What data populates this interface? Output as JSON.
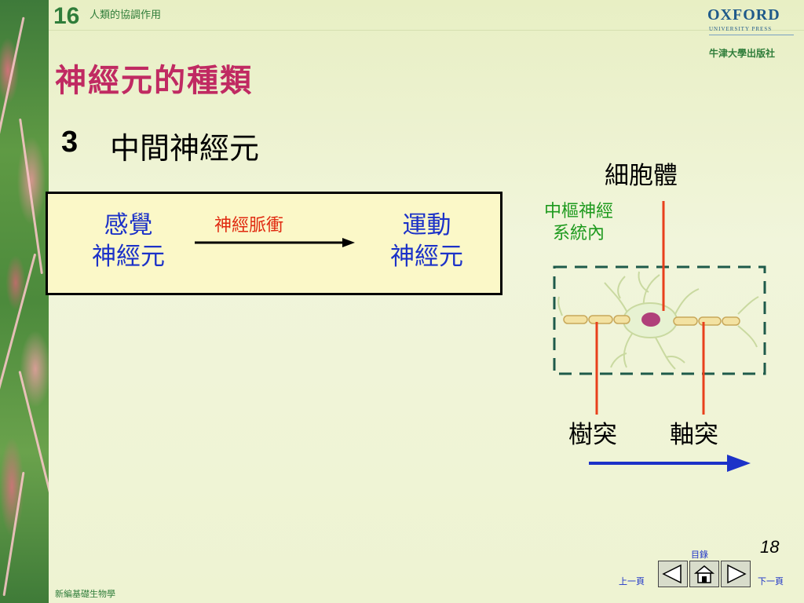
{
  "header": {
    "chapter_number": "16",
    "chapter_title": "人類的協調作用",
    "publisher_logo": "OXFORD",
    "publisher_sub": "UNIVERSITY PRESS",
    "publisher_name": "牛津大學出版社"
  },
  "title": "神經元的種類",
  "subheading": {
    "number": "3",
    "text": "中間神經元"
  },
  "flow": {
    "from_line1": "感覺",
    "from_line2": "神經元",
    "arrow_label": "神經脈衝",
    "to_line1": "運動",
    "to_line2": "神經元"
  },
  "diagram": {
    "cell_body_label": "細胞體",
    "cns_line1": "中樞神經",
    "cns_line2": "系統內",
    "dendrite_label": "樹突",
    "axon_label": "軸突",
    "colors": {
      "pointer": "#e8401c",
      "dashed_box": "#1e5a4a",
      "direction_arrow": "#1c32c8",
      "nucleus": "#b0407a"
    }
  },
  "footer": {
    "page_number": "18",
    "toc_label": "目錄",
    "prev_label": "上一頁",
    "next_label": "下一頁",
    "book_name": "新編基礎生物學"
  }
}
